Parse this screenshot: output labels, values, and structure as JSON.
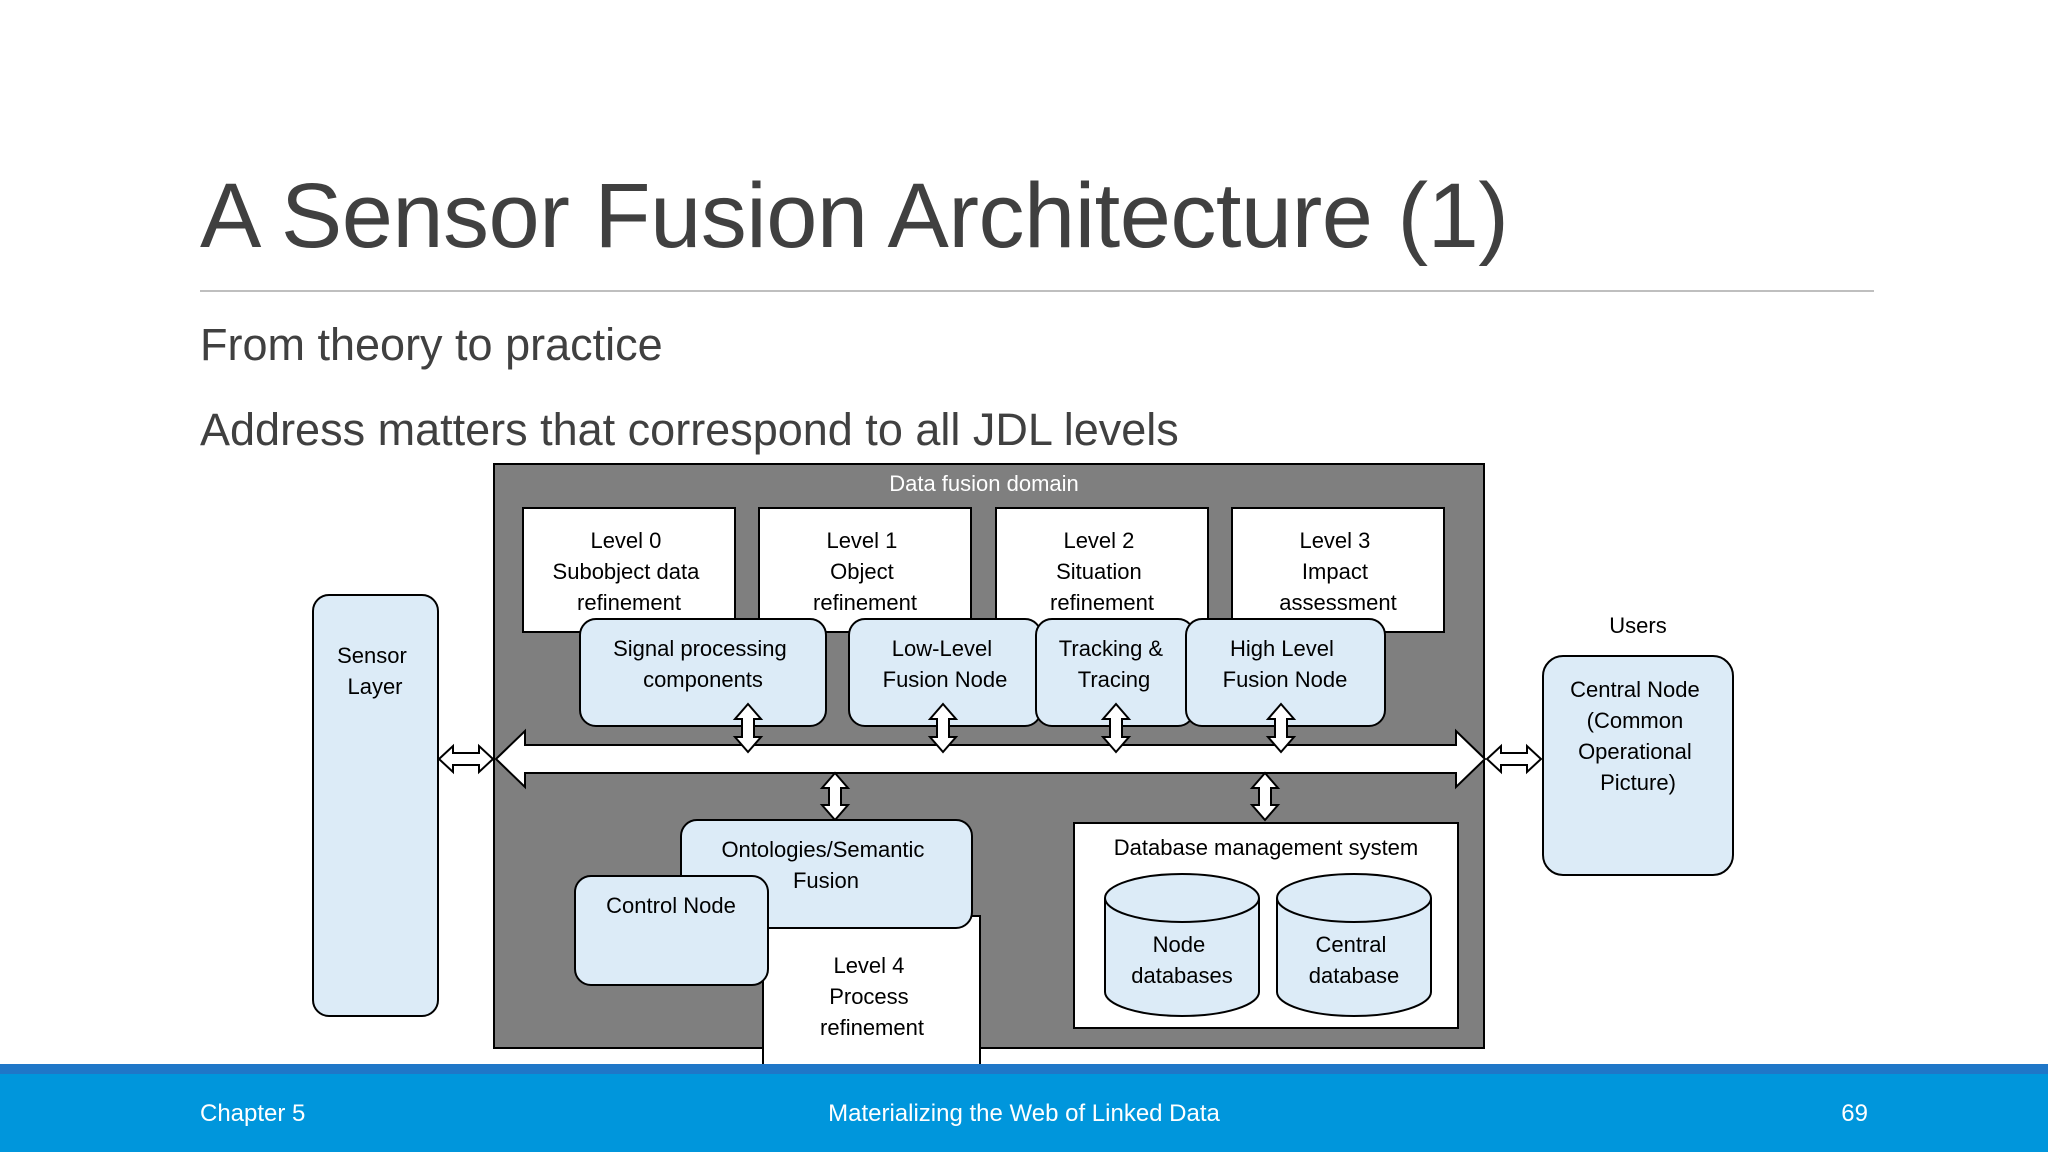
{
  "slide": {
    "title": "A Sensor Fusion Architecture (1)",
    "bullets": [
      "From theory to practice",
      "Address matters that correspond to all JDL levels"
    ]
  },
  "diagram": {
    "domain_label": "Data fusion domain",
    "levels": [
      {
        "lines": [
          "Level 0",
          "Subobject data",
          "refinement"
        ]
      },
      {
        "lines": [
          "Level 1",
          "Object",
          "refinement"
        ]
      },
      {
        "lines": [
          "Level 2",
          "Situation",
          "refinement"
        ]
      },
      {
        "lines": [
          "Level 3",
          "Impact",
          "assessment"
        ]
      }
    ],
    "components": [
      {
        "lines": [
          "Signal processing",
          "components"
        ]
      },
      {
        "lines": [
          "Low-Level",
          "Fusion Node"
        ]
      },
      {
        "lines": [
          "Tracking &",
          "Tracing"
        ]
      },
      {
        "lines": [
          "High Level",
          "Fusion Node"
        ]
      }
    ],
    "sensor_layer": {
      "lines": [
        "Sensor",
        "Layer"
      ]
    },
    "users_label": "Users",
    "central_node": {
      "lines": [
        "Central Node",
        "(Common",
        "Operational",
        "Picture)"
      ]
    },
    "ontologies": {
      "lines": [
        "Ontologies/Semantic",
        "Fusion"
      ]
    },
    "control_node": "Control Node",
    "level4": {
      "lines": [
        "Level 4",
        "Process",
        "refinement"
      ]
    },
    "dbms": {
      "label": "Database management system",
      "databases": [
        {
          "lines": [
            "Node",
            "databases"
          ]
        },
        {
          "lines": [
            "Central",
            "database"
          ]
        }
      ]
    }
  },
  "footer": {
    "left": "Chapter 5",
    "center": "Materializing the Web of Linked Data",
    "right": "69"
  },
  "colors": {
    "domain_fill": "#7f7f7f",
    "light_blue": "#dcebf7",
    "footer_bar": "#0096dc",
    "footer_accent": "#1f77c8",
    "title_text": "#404040"
  }
}
